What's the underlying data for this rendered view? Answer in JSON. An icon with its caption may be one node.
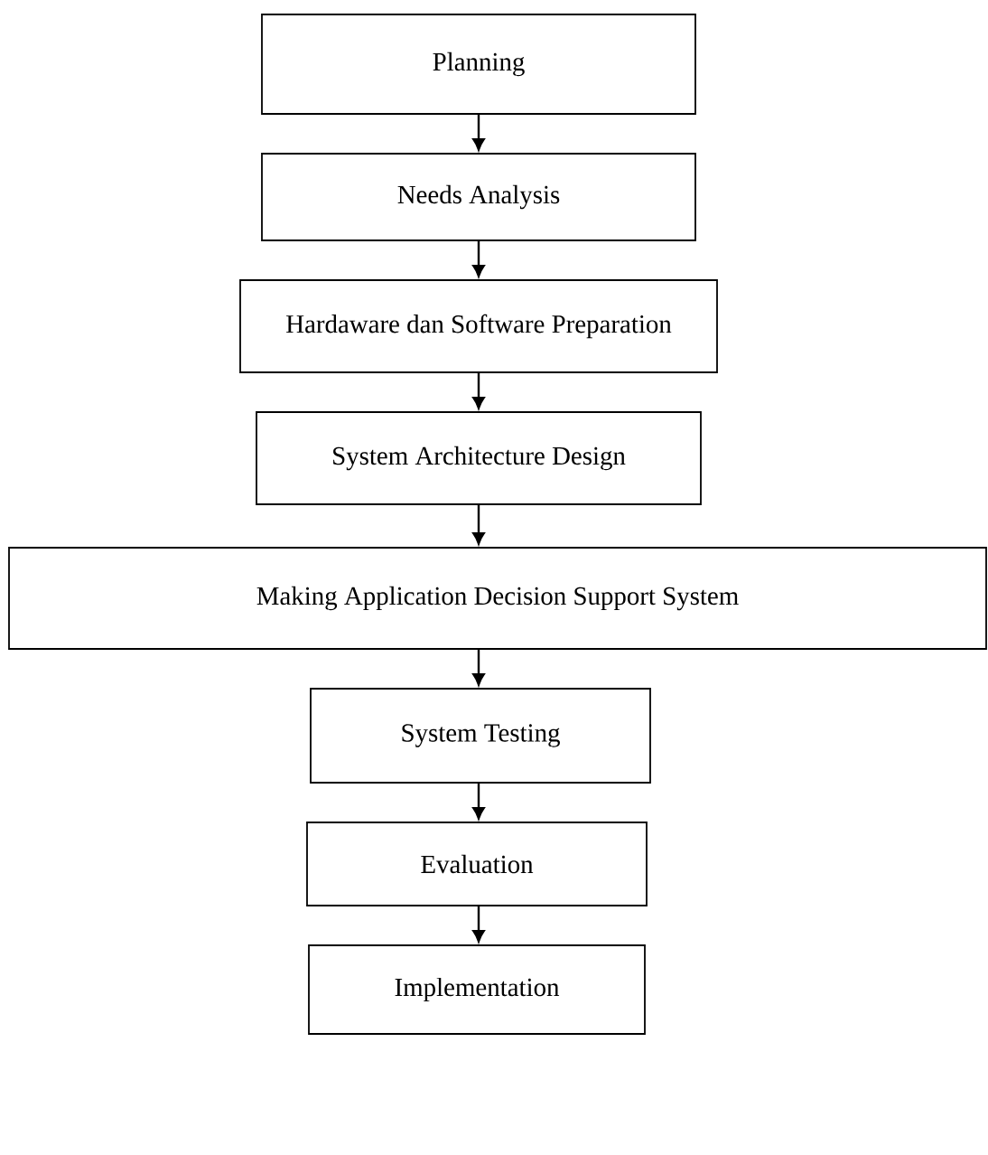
{
  "diagram": {
    "nodes": [
      {
        "text": [
          "Planning"
        ]
      },
      {
        "text": [
          "Needs Analysis"
        ]
      },
      {
        "text": [
          "Hardaware dan Software Preparation"
        ]
      },
      {
        "text": [
          "System Architecture Design"
        ]
      },
      {
        "text": [
          "Making Application Decision Support System"
        ]
      },
      {
        "text": [
          "System Testing"
        ]
      },
      {
        "text": [
          "Evaluation"
        ]
      },
      {
        "text": [
          "Implementation"
        ]
      }
    ],
    "edges": [
      {
        "from": 0,
        "to": 1,
        "arrow": "to"
      },
      {
        "from": 1,
        "to": 2,
        "arrow": "to"
      },
      {
        "from": 2,
        "to": 3,
        "arrow": "to"
      },
      {
        "from": 3,
        "to": 4,
        "arrow": "to"
      },
      {
        "from": 4,
        "to": 5,
        "arrow": "to"
      },
      {
        "from": 5,
        "to": 6,
        "arrow": "to"
      },
      {
        "from": 6,
        "to": 7,
        "arrow": "to"
      }
    ]
  }
}
